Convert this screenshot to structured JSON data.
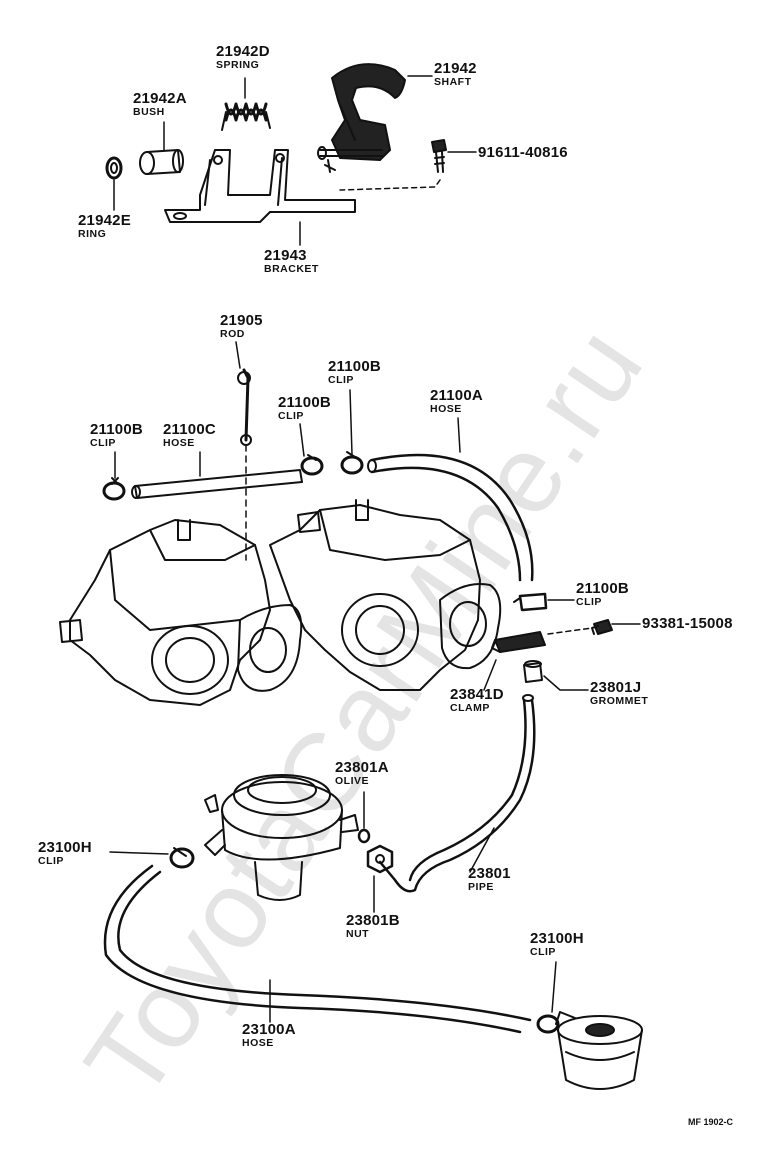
{
  "watermark": "ToyotaCarMine.ru",
  "figure_ref": "MF  1902-C",
  "parts": [
    {
      "number": "21942D",
      "name": "SPRING"
    },
    {
      "number": "21942",
      "name": "SHAFT"
    },
    {
      "number": "21942A",
      "name": "BUSH"
    },
    {
      "number": "91611-40816",
      "name": ""
    },
    {
      "number": "21942E",
      "name": "RING"
    },
    {
      "number": "21943",
      "name": "BRACKET"
    },
    {
      "number": "21905",
      "name": "ROD"
    },
    {
      "number": "21100B",
      "name": "CLIP"
    },
    {
      "number": "21100A",
      "name": "HOSE"
    },
    {
      "number": "21100B",
      "name": "CLIP"
    },
    {
      "number": "21100B",
      "name": "CLIP"
    },
    {
      "number": "21100C",
      "name": "HOSE"
    },
    {
      "number": "21100B",
      "name": "CLIP"
    },
    {
      "number": "93381-15008",
      "name": ""
    },
    {
      "number": "23841D",
      "name": "CLAMP"
    },
    {
      "number": "23801J",
      "name": "GROMMET"
    },
    {
      "number": "23801A",
      "name": "OLIVE"
    },
    {
      "number": "23100H",
      "name": "CLIP"
    },
    {
      "number": "23801",
      "name": "PIPE"
    },
    {
      "number": "23801B",
      "name": "NUT"
    },
    {
      "number": "23100H",
      "name": "CLIP"
    },
    {
      "number": "23100A",
      "name": "HOSE"
    }
  ]
}
